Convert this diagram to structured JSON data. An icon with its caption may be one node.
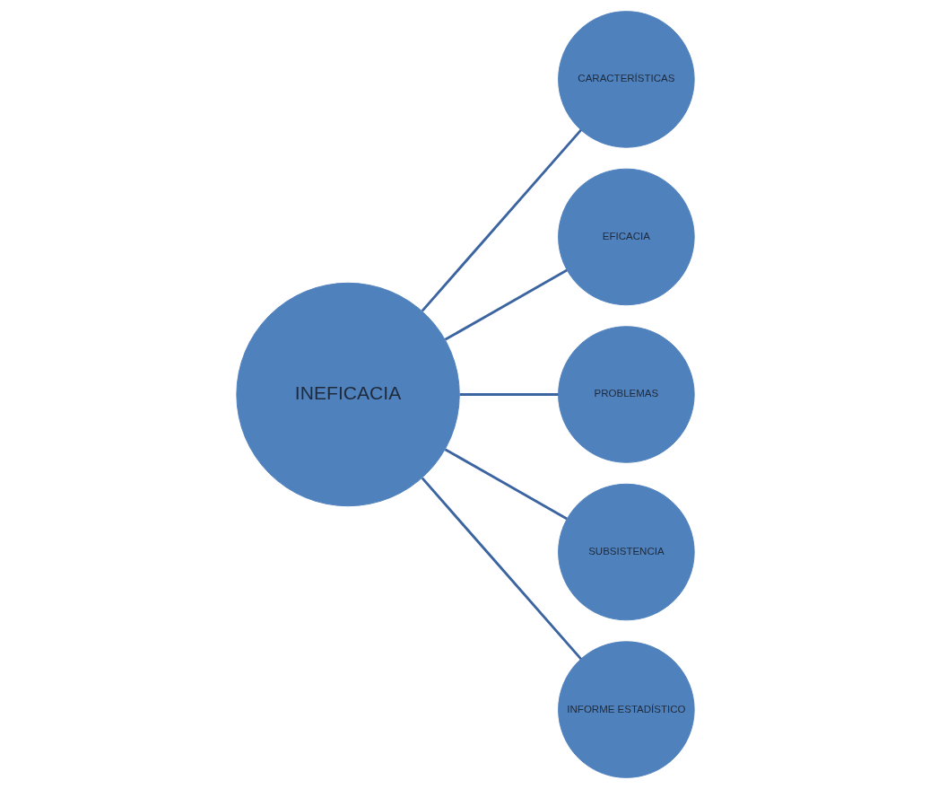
{
  "diagram": {
    "nodes": [
      {
        "text": [
          "INEFICACIA"
        ]
      },
      {
        "text": [
          "CARACTERÍSTICAS"
        ]
      },
      {
        "text": [
          "EFICACIA"
        ]
      },
      {
        "text": [
          "PROBLEMAS"
        ]
      },
      {
        "text": [
          "SUBSISTENCIA"
        ]
      },
      {
        "text": [
          "INFORME ESTADÍSTICO"
        ]
      }
    ],
    "edges": [
      {
        "from": 0,
        "to": 1,
        "arrow": "none"
      },
      {
        "from": 0,
        "to": 2,
        "arrow": "none"
      },
      {
        "from": 0,
        "to": 3,
        "arrow": "none"
      },
      {
        "from": 0,
        "to": 4,
        "arrow": "none"
      },
      {
        "from": 0,
        "to": 5,
        "arrow": "none"
      }
    ]
  }
}
